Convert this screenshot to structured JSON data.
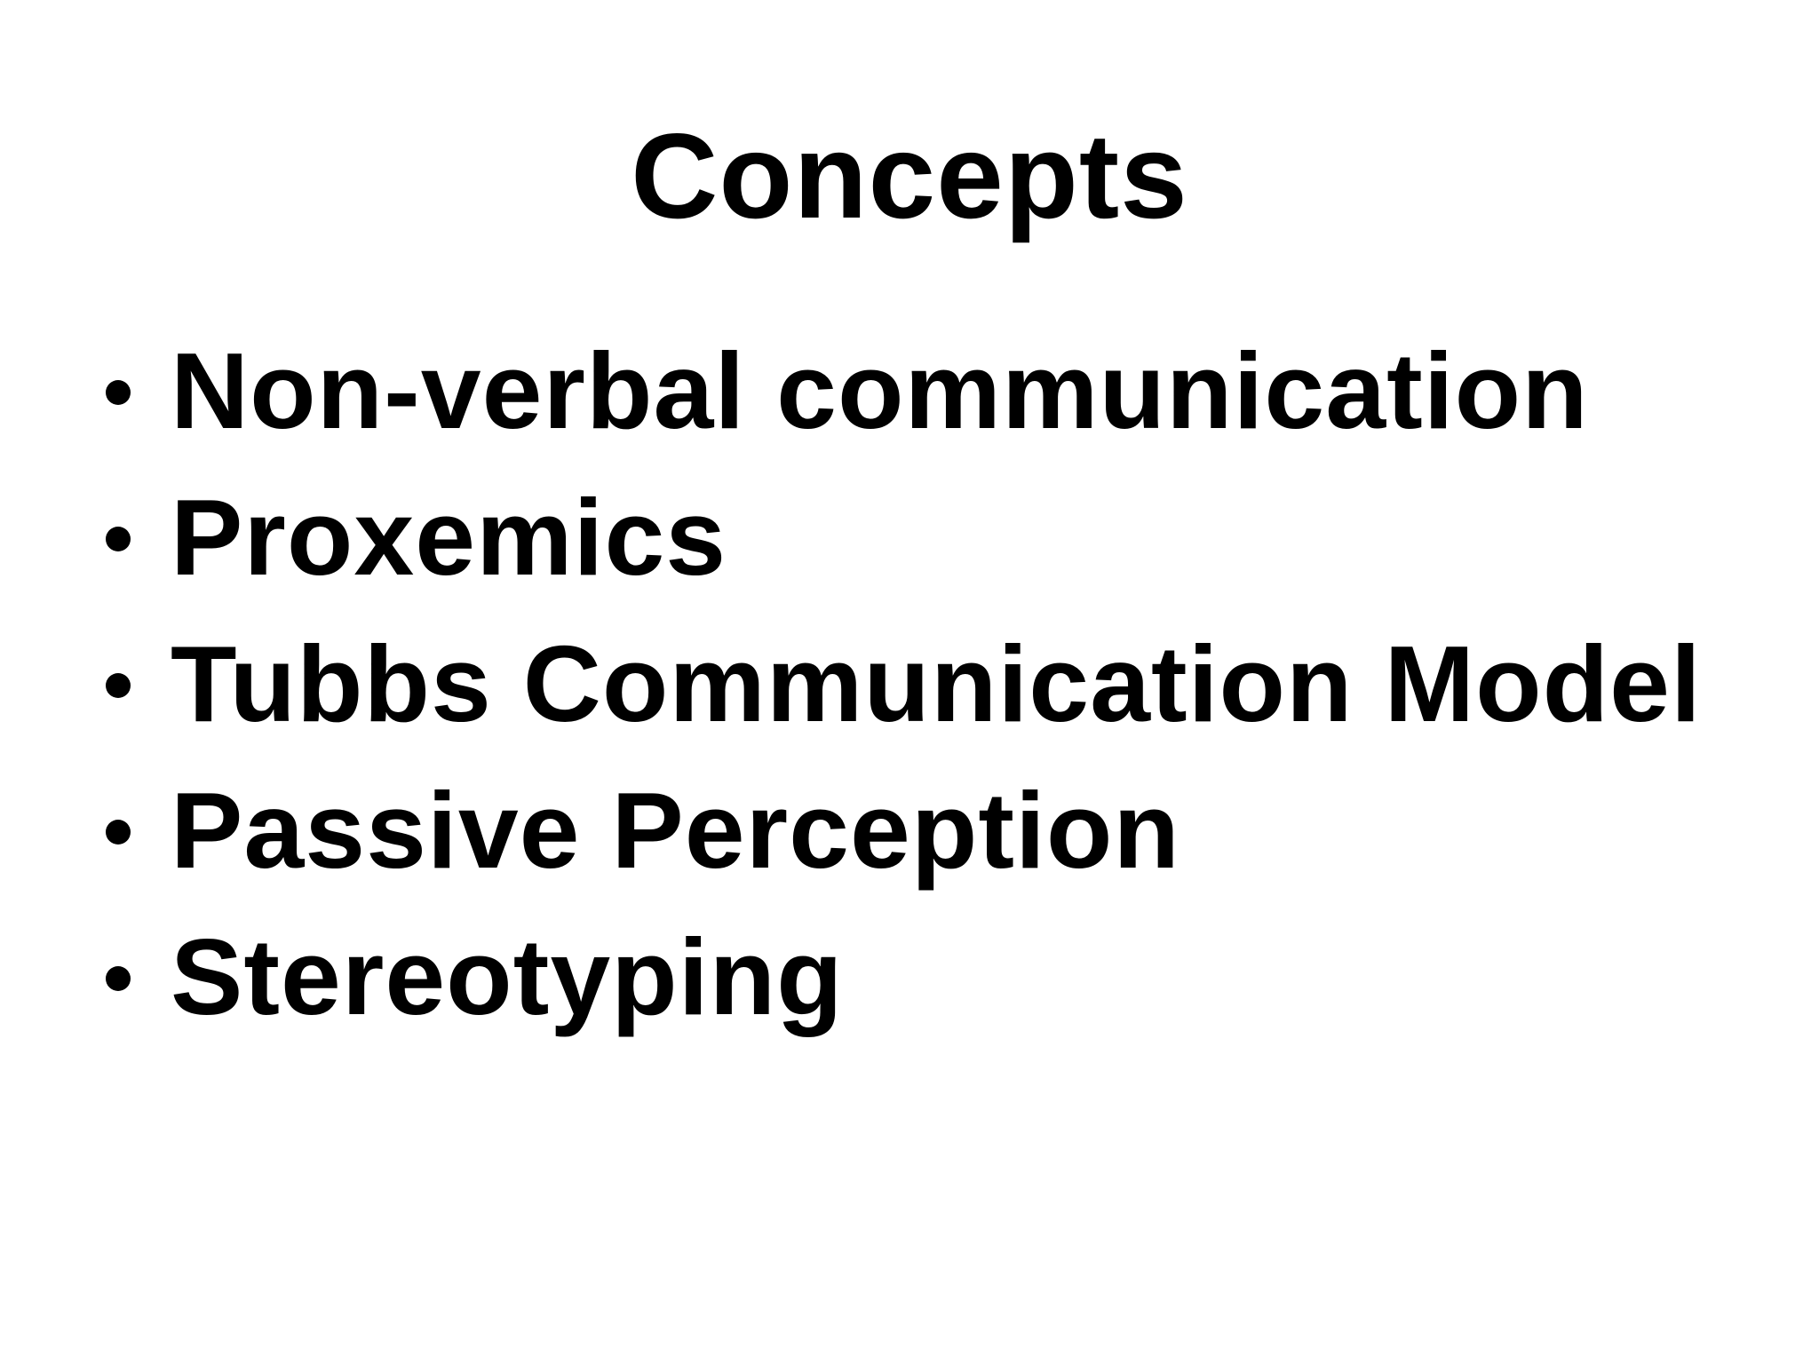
{
  "slide": {
    "title": "Concepts",
    "bullets": [
      "Non-verbal communication",
      "Proxemics",
      "Tubbs Communication Model",
      "Passive Perception",
      "Stereotyping"
    ]
  }
}
